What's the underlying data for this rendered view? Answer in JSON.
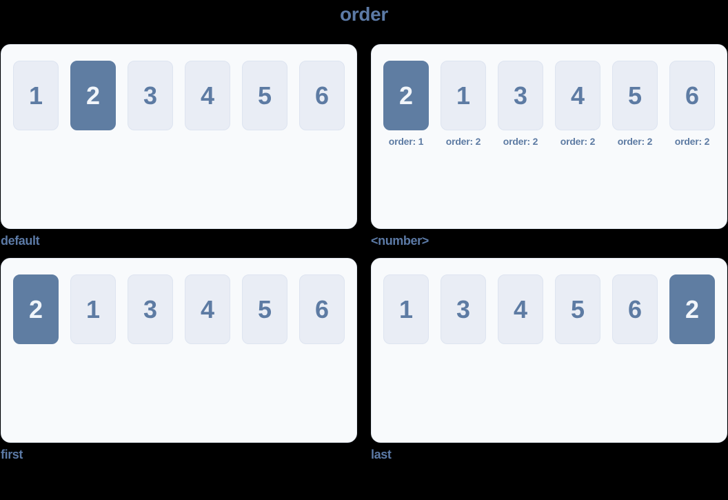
{
  "page": {
    "title": "order"
  },
  "colors": {
    "background": "#000000",
    "accent_text": "#5c7aa6",
    "panel_bg": "#f8fafc",
    "panel_border": "#e2e8f0",
    "box_bg": "#e9edf5",
    "box_border": "#dde4f0",
    "box_text": "#5d7ba3",
    "highlight_bg": "#5f7da2",
    "highlight_text": "#f1f5fa"
  },
  "panels": [
    {
      "label": "default",
      "items": [
        {
          "n": "1",
          "highlight": false
        },
        {
          "n": "2",
          "highlight": true
        },
        {
          "n": "3",
          "highlight": false
        },
        {
          "n": "4",
          "highlight": false
        },
        {
          "n": "5",
          "highlight": false
        },
        {
          "n": "6",
          "highlight": false
        }
      ]
    },
    {
      "label": "<number>",
      "items": [
        {
          "n": "2",
          "highlight": true,
          "caption": "order: 1"
        },
        {
          "n": "1",
          "highlight": false,
          "caption": "order: 2"
        },
        {
          "n": "3",
          "highlight": false,
          "caption": "order: 2"
        },
        {
          "n": "4",
          "highlight": false,
          "caption": "order: 2"
        },
        {
          "n": "5",
          "highlight": false,
          "caption": "order: 2"
        },
        {
          "n": "6",
          "highlight": false,
          "caption": "order: 2"
        }
      ]
    },
    {
      "label": "first",
      "items": [
        {
          "n": "2",
          "highlight": true
        },
        {
          "n": "1",
          "highlight": false
        },
        {
          "n": "3",
          "highlight": false
        },
        {
          "n": "4",
          "highlight": false
        },
        {
          "n": "5",
          "highlight": false
        },
        {
          "n": "6",
          "highlight": false
        }
      ]
    },
    {
      "label": "last",
      "items": [
        {
          "n": "1",
          "highlight": false
        },
        {
          "n": "3",
          "highlight": false
        },
        {
          "n": "4",
          "highlight": false
        },
        {
          "n": "5",
          "highlight": false
        },
        {
          "n": "6",
          "highlight": false
        },
        {
          "n": "2",
          "highlight": true
        }
      ]
    }
  ]
}
